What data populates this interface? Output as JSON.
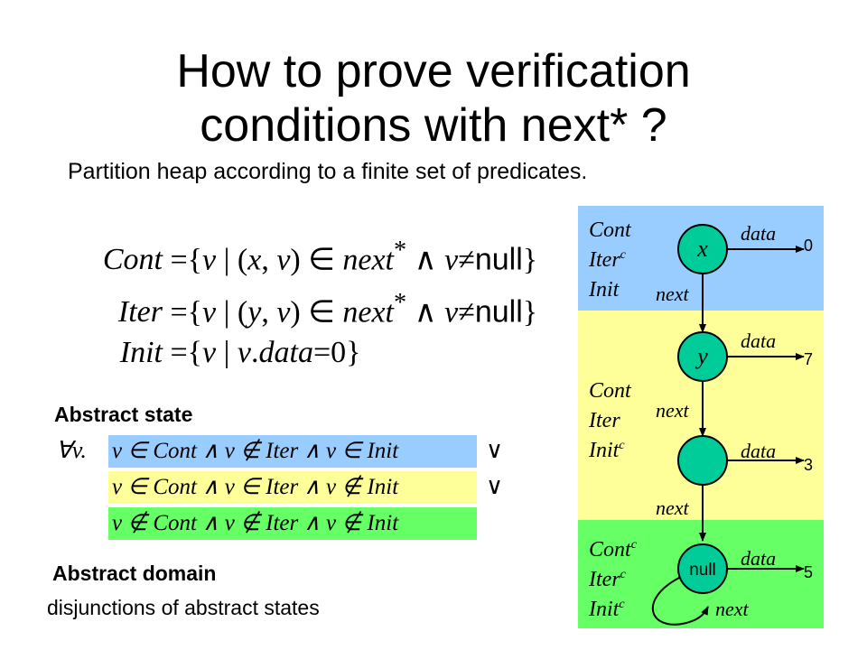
{
  "title_line1": "How to prove verification",
  "title_line2": "conditions with next* ?",
  "subtitle": "Partition heap according to a finite set of predicates.",
  "definitions": {
    "cont": {
      "lhs": "Cont",
      "var": "x"
    },
    "iter": {
      "lhs": "Iter",
      "var": "y"
    },
    "init": {
      "lhs": "Init"
    },
    "null": "null",
    "next_star": "next",
    "data_field": "data",
    "zero": "0"
  },
  "abstract_state": {
    "heading": "Abstract state",
    "quantifier": "∀v.",
    "rows": [
      {
        "text": "v ∈ Cont ∧ v ∉ Iter ∧ v ∈ Init",
        "color": "#99ccff",
        "trailer": "∨"
      },
      {
        "text": "v ∈ Cont ∧ v ∈ Iter ∧ v ∉ Init",
        "color": "#ffff99",
        "trailer": "∨"
      },
      {
        "text": "v ∉ Cont ∧ v ∉ Iter ∧ v ∉ Init",
        "color": "#66ff66",
        "trailer": ""
      }
    ]
  },
  "abstract_domain": {
    "heading": "Abstract domain",
    "text": "disjunctions of abstract states"
  },
  "heap": {
    "colors": {
      "blue": "#99ccff",
      "yellow": "#ffff99",
      "green": "#66ff66",
      "node": "#00cc99"
    },
    "bands": [
      {
        "labels": [
          "Cont",
          "Iter",
          "Init"
        ],
        "sups": [
          "",
          "c",
          ""
        ]
      },
      {
        "labels": [
          "Cont",
          "Iter",
          "Init"
        ],
        "sups": [
          "",
          "",
          "c"
        ]
      },
      {
        "labels": [
          "Cont",
          "Iter",
          "Init"
        ],
        "sups": [
          "c",
          "c",
          "c"
        ]
      }
    ],
    "nodes": [
      {
        "label": "x",
        "value": "0"
      },
      {
        "label": "y",
        "value": "7"
      },
      {
        "label": "",
        "value": "3"
      },
      {
        "label": "null",
        "value": "5"
      }
    ],
    "edge_data": "data",
    "edge_next": "next"
  }
}
